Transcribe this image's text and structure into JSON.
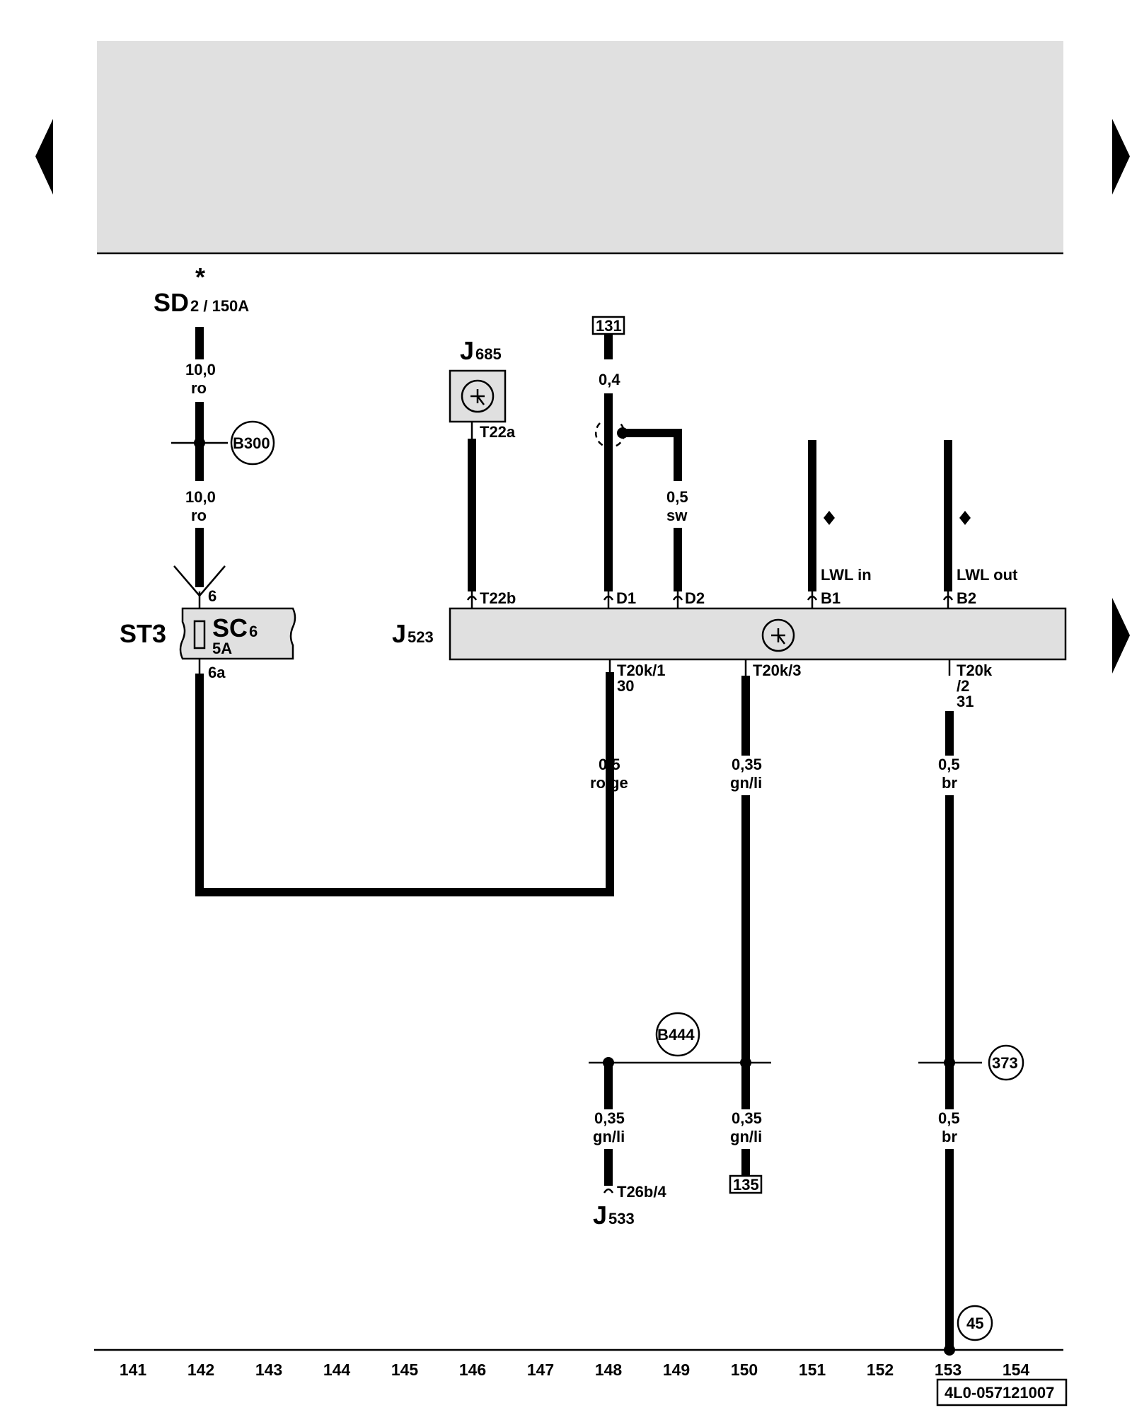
{
  "nav": {
    "prev_icon": "triangle-left-icon",
    "next_icon": "triangle-right-icon"
  },
  "header": {
    "background": "#e0e0e0"
  },
  "components": {
    "sd": {
      "main": "SD",
      "sub": "2 / 150A",
      "asterisk": "*"
    },
    "st3": {
      "label": "ST3"
    },
    "sc6": {
      "main": "SC",
      "sub": "6",
      "rating": "5A"
    },
    "j685": {
      "main": "J",
      "sub": "685"
    },
    "j523": {
      "main": "J",
      "sub": "523"
    },
    "j533": {
      "main": "J",
      "sub": "533"
    }
  },
  "connectors": {
    "st3_in": "6",
    "st3_out": "6a",
    "t22a": "T22a",
    "t22b": "T22b",
    "d1": "D1",
    "d2": "D2",
    "b1": "B1",
    "b2": "B2",
    "lwl_in": "LWL in",
    "lwl_out": "LWL out",
    "t20k1": "T20k/1",
    "t20k1_term": "30",
    "t20k3": "T20k/3",
    "t20k2_a": "T20k",
    "t20k2_b": "/2",
    "t20k2_term": "31",
    "t26b4": "T26b/4"
  },
  "wires": {
    "w1": {
      "size": "10,0",
      "color": "ro"
    },
    "w2": {
      "size": "10,0",
      "color": "ro"
    },
    "w3": {
      "size": "0,4"
    },
    "w4": {
      "size": "0,5",
      "color": "sw"
    },
    "w5": {
      "size": "0,5",
      "color": "ro/ge"
    },
    "w6": {
      "size": "0,35",
      "color": "gn/li"
    },
    "w7": {
      "size": "0,5",
      "color": "br"
    },
    "w8": {
      "size": "0,35",
      "color": "gn/li"
    },
    "w9": {
      "size": "0,35",
      "color": "gn/li"
    },
    "w10": {
      "size": "0,5",
      "color": "br"
    }
  },
  "ground_points": {
    "b300": "B300",
    "b444": "B444",
    "g373": "373",
    "g45": "45"
  },
  "refs": {
    "r131": "131",
    "r135": "135"
  },
  "columns": [
    "141",
    "142",
    "143",
    "144",
    "145",
    "146",
    "147",
    "148",
    "149",
    "150",
    "151",
    "152",
    "153",
    "154"
  ],
  "footer": {
    "doc_code": "4L0-057121007"
  }
}
